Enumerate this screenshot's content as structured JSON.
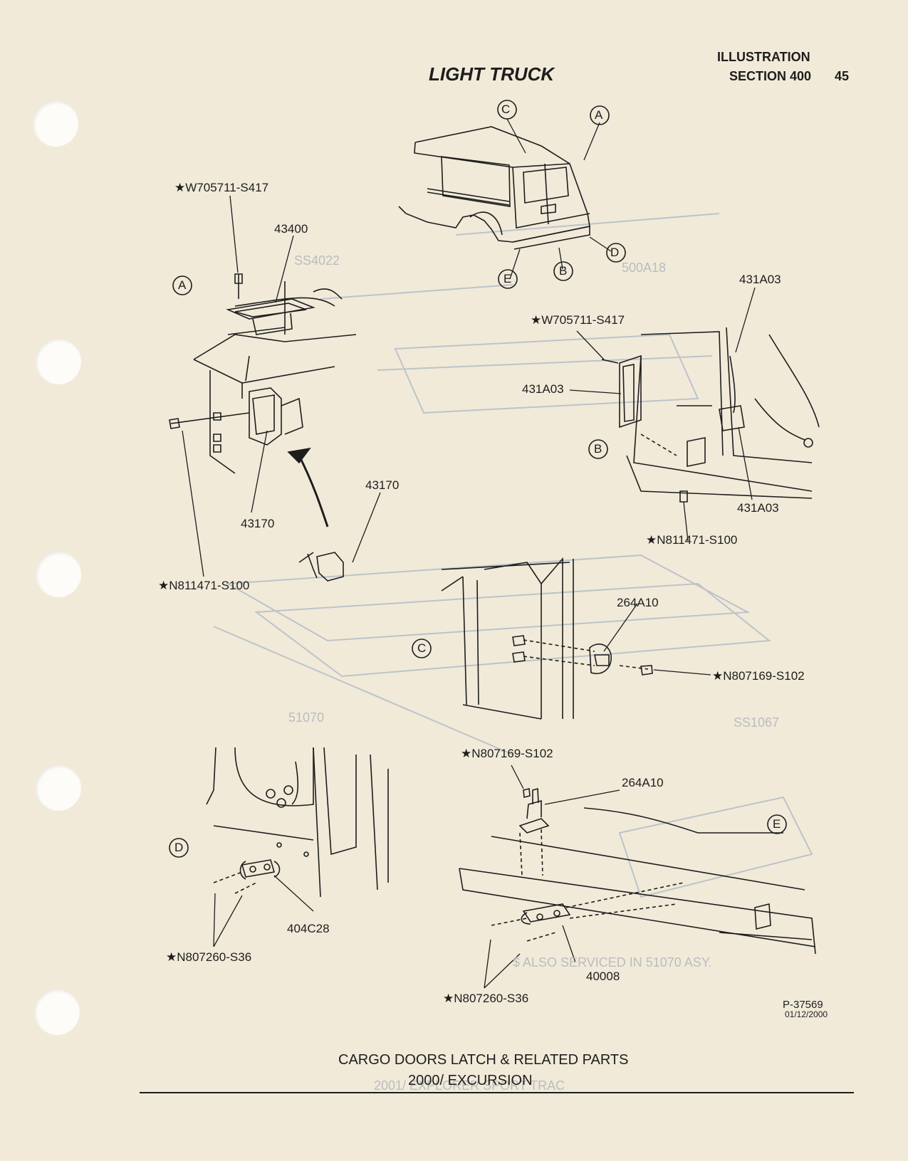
{
  "header": {
    "illustration": "ILLUSTRATION",
    "section": "SECTION 400",
    "page_number": "45",
    "title": "LIGHT TRUCK"
  },
  "views": [
    "C",
    "A",
    "D",
    "B",
    "E",
    "A",
    "B",
    "C",
    "D",
    "E"
  ],
  "parts": [
    "★W705711-S417",
    "43400",
    "431A03",
    "★W705711-S417",
    "431A03",
    "43170",
    "431A03",
    "43170",
    "★N811471-S100",
    "★N811471-S100",
    "264A10",
    "★N807169-S102",
    "★N807169-S102",
    "264A10",
    "404C28",
    "★N807260-S36",
    "40008",
    "★N807260-S36"
  ],
  "figure": {
    "number": "P-37569",
    "date": "01/12/2000"
  },
  "caption": {
    "line1": "CARGO DOORS  LATCH & RELATED PARTS",
    "line2": "2000/ EXCURSION"
  }
}
